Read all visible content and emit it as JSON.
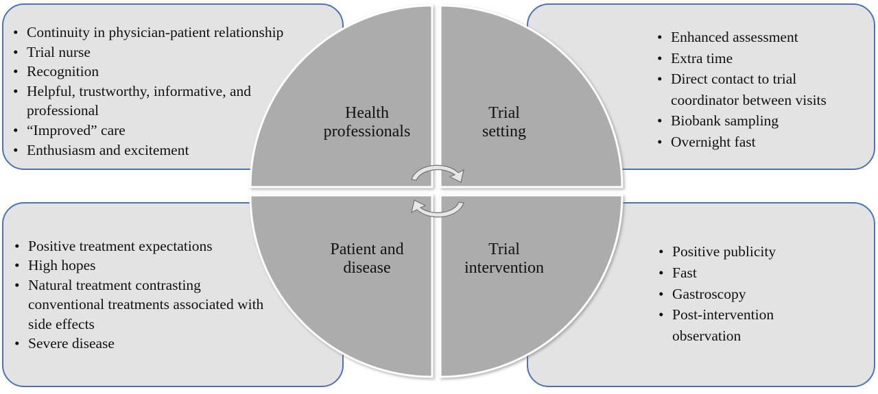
{
  "quadrants": {
    "top_left": "Health professionals",
    "top_left_line1": "Health",
    "top_left_line2": "professionals",
    "top_right_line1": "Trial",
    "top_right_line2": "setting",
    "bottom_left_line1": "Patient and",
    "bottom_left_line2": "disease",
    "bottom_right_line1": "Trial",
    "bottom_right_line2": "intervention"
  },
  "boxes": {
    "health_professionals": [
      "Continuity in physician-patient relationship",
      "Trial nurse",
      "Recognition",
      "Helpful, trustworthy, informative, and professional",
      "“Improved” care",
      "Enthusiasm and excitement"
    ],
    "trial_setting": [
      "Enhanced assessment",
      "Extra time",
      "Direct contact to trial coordinator between visits",
      "Biobank sampling",
      "Overnight fast"
    ],
    "patient_and_disease": [
      "Positive treatment expectations",
      "High hopes",
      "Natural treatment contrasting conventional treatments associated with side effects",
      "Severe disease"
    ],
    "trial_intervention": [
      "Positive publicity",
      "Fast",
      "Gastroscopy",
      "Post-intervention observation"
    ]
  },
  "colors": {
    "box_fill": "#e3e3e3",
    "box_border": "#4a72b8",
    "quadrant_fill": "#acacac",
    "arrow_fill": "#e6e6e6"
  }
}
